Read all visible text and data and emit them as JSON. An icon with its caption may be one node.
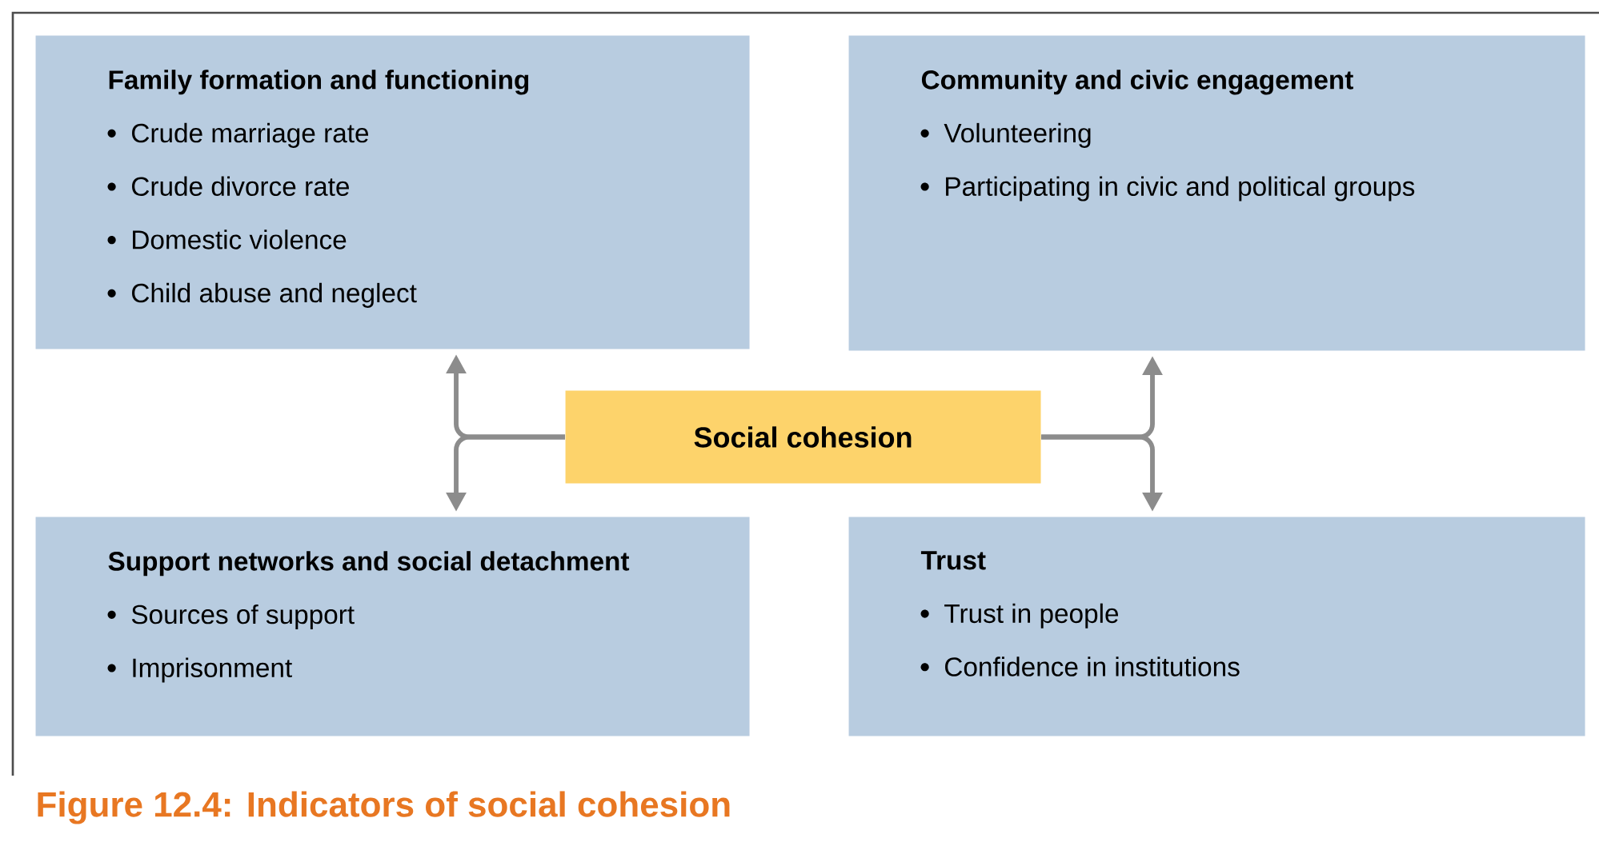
{
  "diagram": {
    "caption": "Figure 12.4: Indicators of social cohesion",
    "nodes": [
      {
        "text": [
          "Family formation and functioning",
          "Crude marriage rate",
          "Crude divorce rate",
          "Domestic violence",
          "Child abuse and neglect"
        ]
      },
      {
        "text": [
          "Community and civic engagement",
          "Volunteering",
          "Participating in civic and political groups"
        ]
      },
      {
        "text": [
          "Support networks and social detachment",
          "Sources of support",
          "Imprisonment"
        ]
      },
      {
        "text": [
          "Trust",
          "Trust in people",
          "Confidence in institutions"
        ]
      },
      {
        "text": [
          "Social cohesion"
        ]
      }
    ],
    "edges": [
      {
        "from": 4,
        "to": 0,
        "arrow": "to"
      },
      {
        "from": 4,
        "to": 2,
        "arrow": "to"
      },
      {
        "from": 4,
        "to": 1,
        "arrow": "to"
      },
      {
        "from": 4,
        "to": 3,
        "arrow": "to"
      }
    ]
  }
}
